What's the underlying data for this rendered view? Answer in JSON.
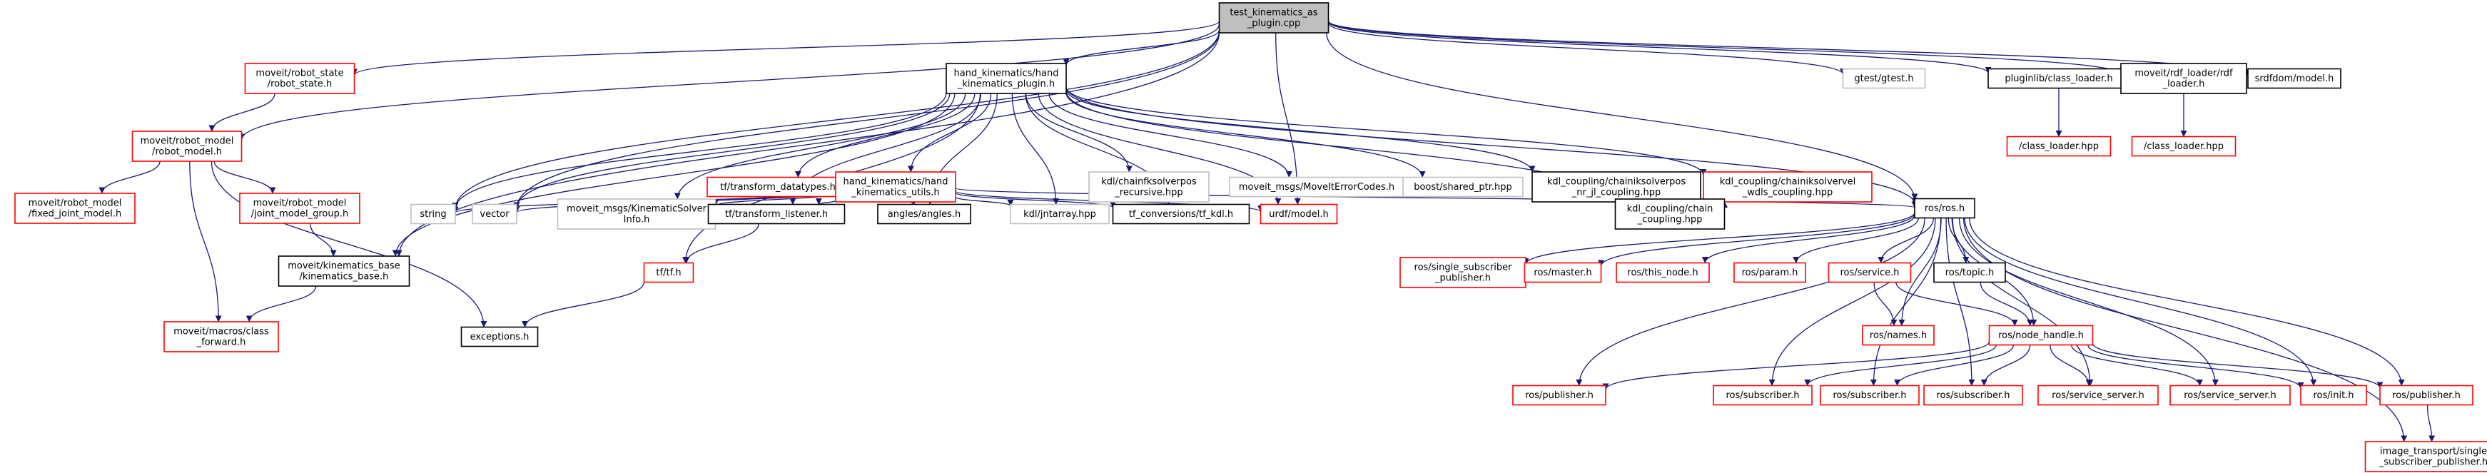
{
  "colors": {
    "root_fill": "#bfbfbf",
    "root_border": "#000000",
    "header_border": "#000000",
    "missing_border": "#ff0000",
    "external_border": "#bfbfbf",
    "edge": "#191970",
    "text": "#000000"
  },
  "nodes": [
    {
      "id": "root",
      "style": "root",
      "lines": [
        "test_kinematics_as",
        "_plugin.cpp"
      ]
    },
    {
      "id": "hkp",
      "style": "header",
      "lines": [
        "hand_kinematics/hand",
        "_kinematics_plugin.h"
      ]
    },
    {
      "id": "rstate",
      "style": "missing",
      "lines": [
        "moveit/robot_state",
        "/robot_state.h"
      ]
    },
    {
      "id": "gtest",
      "style": "external",
      "lines": [
        "gtest/gtest.h"
      ]
    },
    {
      "id": "classloader",
      "style": "header",
      "lines": [
        "pluginlib/class_loader.h"
      ]
    },
    {
      "id": "urdfloader",
      "style": "header",
      "lines": [
        "moveit/rdf_loader/rdf",
        "_loader.h"
      ]
    },
    {
      "id": "srdf",
      "style": "header",
      "lines": [
        "srdfdom/model.h"
      ]
    },
    {
      "id": "rmodel",
      "style": "missing",
      "lines": [
        "moveit/robot_model",
        "/robot_model.h"
      ]
    },
    {
      "id": "tfdt",
      "style": "missing",
      "lines": [
        "tf/transform_datatypes.h"
      ]
    },
    {
      "id": "hku",
      "style": "missing",
      "lines": [
        "hand_kinematics/hand",
        "_kinematics_utils.h"
      ]
    },
    {
      "id": "kdlrec",
      "style": "external",
      "lines": [
        "kdl/chainfksolverpos",
        "_recursive.hpp"
      ]
    },
    {
      "id": "ikerr",
      "style": "external",
      "lines": [
        "moveit_msgs/MoveItErrorCodes.h"
      ]
    },
    {
      "id": "sharedptr",
      "style": "external",
      "lines": [
        "boost/shared_ptr.hpp"
      ]
    },
    {
      "id": "nrjl",
      "style": "header",
      "lines": [
        "kdl_coupling/chainiksolverpos",
        "_nr_jl_coupling.hpp"
      ]
    },
    {
      "id": "wdls",
      "style": "missing",
      "lines": [
        "kdl_coupling/chainiksolvervel",
        "_wdls_coupling.hpp"
      ]
    },
    {
      "id": "cl1",
      "style": "missing",
      "lines": [
        "/class_loader.hpp"
      ]
    },
    {
      "id": "cl2",
      "style": "missing",
      "lines": [
        "/class_loader.hpp"
      ]
    },
    {
      "id": "fixed",
      "style": "missing",
      "lines": [
        "moveit/robot_model",
        "/fixed_joint_model.h"
      ]
    },
    {
      "id": "jmg",
      "style": "missing",
      "lines": [
        "moveit/robot_model",
        "/joint_model_group.h"
      ]
    },
    {
      "id": "string",
      "style": "external",
      "lines": [
        "string"
      ]
    },
    {
      "id": "vector",
      "style": "external",
      "lines": [
        "vector"
      ]
    },
    {
      "id": "ksinfo",
      "style": "external",
      "lines": [
        "moveit_msgs/KinematicSolver",
        "Info.h"
      ]
    },
    {
      "id": "tflist",
      "style": "header",
      "lines": [
        "tf/transform_listener.h"
      ]
    },
    {
      "id": "angles",
      "style": "header",
      "lines": [
        "angles/angles.h"
      ]
    },
    {
      "id": "jntarray",
      "style": "external",
      "lines": [
        "kdl/jntarray.hpp"
      ]
    },
    {
      "id": "tfkdl",
      "style": "header",
      "lines": [
        "tf_conversions/tf_kdl.h"
      ]
    },
    {
      "id": "urdfmodel",
      "style": "missing",
      "lines": [
        "urdf/model.h"
      ]
    },
    {
      "id": "chaincoup",
      "style": "header",
      "lines": [
        "kdl_coupling/chain",
        "_coupling.hpp"
      ]
    },
    {
      "id": "rosh",
      "style": "header",
      "lines": [
        "ros/ros.h"
      ]
    },
    {
      "id": "kbase",
      "style": "header",
      "lines": [
        "moveit/kinematics_base",
        "/kinematics_base.h"
      ]
    },
    {
      "id": "tftf",
      "style": "missing",
      "lines": [
        "tf/tf.h"
      ]
    },
    {
      "id": "classfwd",
      "style": "missing",
      "lines": [
        "moveit/macros/class",
        "_forward.h"
      ]
    },
    {
      "id": "exceptions",
      "style": "header",
      "lines": [
        "exceptions.h"
      ]
    },
    {
      "id": "ssp",
      "style": "missing",
      "lines": [
        "ros/single_subscriber",
        "_publisher.h"
      ]
    },
    {
      "id": "master",
      "style": "missing",
      "lines": [
        "ros/master.h"
      ]
    },
    {
      "id": "thisnode",
      "style": "missing",
      "lines": [
        "ros/this_node.h"
      ]
    },
    {
      "id": "param",
      "style": "missing",
      "lines": [
        "ros/param.h"
      ]
    },
    {
      "id": "service",
      "style": "missing",
      "lines": [
        "ros/service.h"
      ]
    },
    {
      "id": "topic",
      "style": "header",
      "lines": [
        "ros/topic.h"
      ]
    },
    {
      "id": "names",
      "style": "missing",
      "lines": [
        "ros/names.h"
      ]
    },
    {
      "id": "nh",
      "style": "missing",
      "lines": [
        "ros/node_handle.h"
      ]
    },
    {
      "id": "pub1",
      "style": "missing",
      "lines": [
        "ros/publisher.h"
      ]
    },
    {
      "id": "sub1",
      "style": "missing",
      "lines": [
        "ros/subscriber.h"
      ]
    },
    {
      "id": "sub2",
      "style": "missing",
      "lines": [
        "ros/subscriber.h"
      ]
    },
    {
      "id": "sub3",
      "style": "missing",
      "lines": [
        "ros/subscriber.h"
      ]
    },
    {
      "id": "ss1",
      "style": "missing",
      "lines": [
        "ros/service_server.h"
      ]
    },
    {
      "id": "ss2",
      "style": "missing",
      "lines": [
        "ros/service_server.h"
      ]
    },
    {
      "id": "init",
      "style": "missing",
      "lines": [
        "ros/init.h"
      ]
    },
    {
      "id": "pub2",
      "style": "missing",
      "lines": [
        "ros/publisher.h"
      ]
    },
    {
      "id": "itssp",
      "style": "missing",
      "lines": [
        "image_transport/single",
        "_subscriber_publisher.h"
      ]
    }
  ],
  "edges": [
    [
      "root",
      "hkp"
    ],
    [
      "root",
      "rstate"
    ],
    [
      "root",
      "gtest"
    ],
    [
      "root",
      "classloader"
    ],
    [
      "root",
      "urdfloader"
    ],
    [
      "root",
      "srdf"
    ],
    [
      "root",
      "rmodel"
    ],
    [
      "root",
      "string"
    ],
    [
      "root",
      "vector"
    ],
    [
      "root",
      "kbase"
    ],
    [
      "root",
      "urdfmodel"
    ],
    [
      "root",
      "rosh"
    ],
    [
      "rstate",
      "rmodel"
    ],
    [
      "rmodel",
      "fixed"
    ],
    [
      "rmodel",
      "jmg"
    ],
    [
      "rmodel",
      "classfwd"
    ],
    [
      "rmodel",
      "exceptions"
    ],
    [
      "jmg",
      "kbase"
    ],
    [
      "hkp",
      "tfdt"
    ],
    [
      "hkp",
      "hku"
    ],
    [
      "hkp",
      "kdlrec"
    ],
    [
      "hkp",
      "ikerr"
    ],
    [
      "hkp",
      "sharedptr"
    ],
    [
      "hkp",
      "nrjl"
    ],
    [
      "hkp",
      "wdls"
    ],
    [
      "hkp",
      "string"
    ],
    [
      "hkp",
      "vector"
    ],
    [
      "hkp",
      "ksinfo"
    ],
    [
      "hkp",
      "tflist"
    ],
    [
      "hkp",
      "angles"
    ],
    [
      "hkp",
      "jntarray"
    ],
    [
      "hkp",
      "tfkdl"
    ],
    [
      "hkp",
      "urdfmodel"
    ],
    [
      "hkp",
      "chaincoup"
    ],
    [
      "hkp",
      "rosh"
    ],
    [
      "hkp",
      "kbase"
    ],
    [
      "hkp",
      "tftf"
    ],
    [
      "hku",
      "string"
    ],
    [
      "hku",
      "vector"
    ],
    [
      "hku",
      "ksinfo"
    ],
    [
      "hku",
      "tflist"
    ],
    [
      "hku",
      "angles"
    ],
    [
      "hku",
      "jntarray"
    ],
    [
      "hku",
      "tfkdl"
    ],
    [
      "hku",
      "urdfmodel"
    ],
    [
      "hku",
      "rosh"
    ],
    [
      "nrjl",
      "chaincoup"
    ],
    [
      "wdls",
      "chaincoup"
    ],
    [
      "classloader",
      "cl1"
    ],
    [
      "urdfloader",
      "cl2"
    ],
    [
      "tflist",
      "tftf"
    ],
    [
      "tftf",
      "exceptions"
    ],
    [
      "kbase",
      "classfwd"
    ],
    [
      "rosh",
      "ssp"
    ],
    [
      "rosh",
      "master"
    ],
    [
      "rosh",
      "thisnode"
    ],
    [
      "rosh",
      "param"
    ],
    [
      "rosh",
      "service"
    ],
    [
      "rosh",
      "topic"
    ],
    [
      "rosh",
      "names"
    ],
    [
      "rosh",
      "nh"
    ],
    [
      "rosh",
      "pub1"
    ],
    [
      "rosh",
      "sub1"
    ],
    [
      "rosh",
      "sub2"
    ],
    [
      "rosh",
      "sub3"
    ],
    [
      "rosh",
      "ss1"
    ],
    [
      "rosh",
      "ss2"
    ],
    [
      "rosh",
      "init"
    ],
    [
      "rosh",
      "pub2"
    ],
    [
      "rosh",
      "itssp"
    ],
    [
      "service",
      "names"
    ],
    [
      "service",
      "nh"
    ],
    [
      "topic",
      "nh"
    ],
    [
      "nh",
      "pub1"
    ],
    [
      "nh",
      "sub1"
    ],
    [
      "nh",
      "sub2"
    ],
    [
      "nh",
      "sub3"
    ],
    [
      "nh",
      "ss1"
    ],
    [
      "nh",
      "ss2"
    ],
    [
      "nh",
      "init"
    ],
    [
      "nh",
      "pub2"
    ],
    [
      "pub2",
      "itssp"
    ]
  ]
}
